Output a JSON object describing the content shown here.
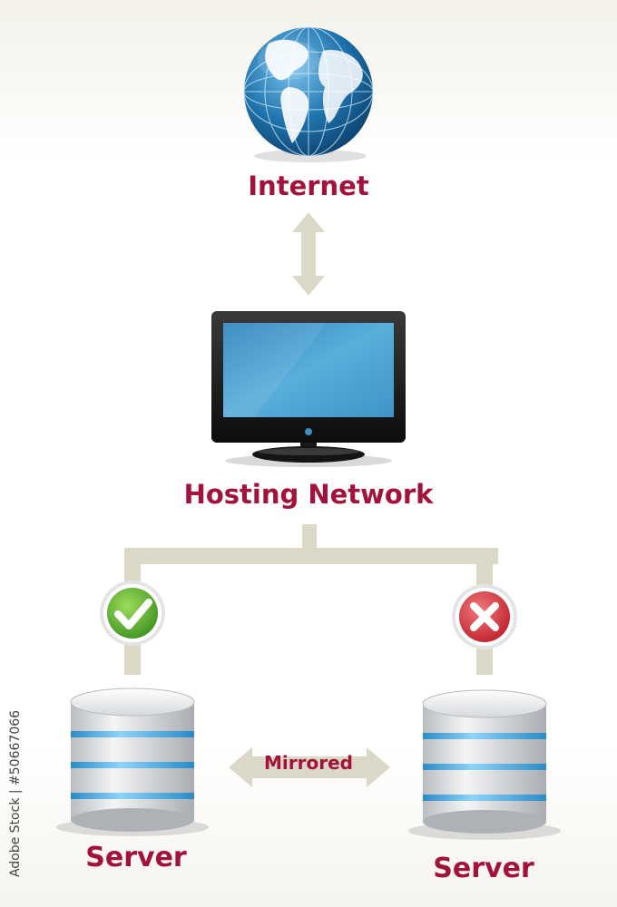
{
  "nodes": {
    "internet": {
      "label": "Internet"
    },
    "hosting": {
      "label": "Hosting Network"
    },
    "server_left": {
      "label": "Server",
      "status": "ok",
      "status_icon": "check-icon"
    },
    "server_right": {
      "label": "Server",
      "status": "error",
      "status_icon": "cross-icon"
    }
  },
  "connections": {
    "mirror_label": "Mirrored"
  },
  "watermark": {
    "credit": "Adobe Stock | #50667066"
  },
  "colors": {
    "label": "#a3123a",
    "connector": "#dcd8c8",
    "ok": "#5fb332",
    "error": "#d9333a",
    "screen": "#4d9fcf",
    "globe": "#1f74ad"
  }
}
